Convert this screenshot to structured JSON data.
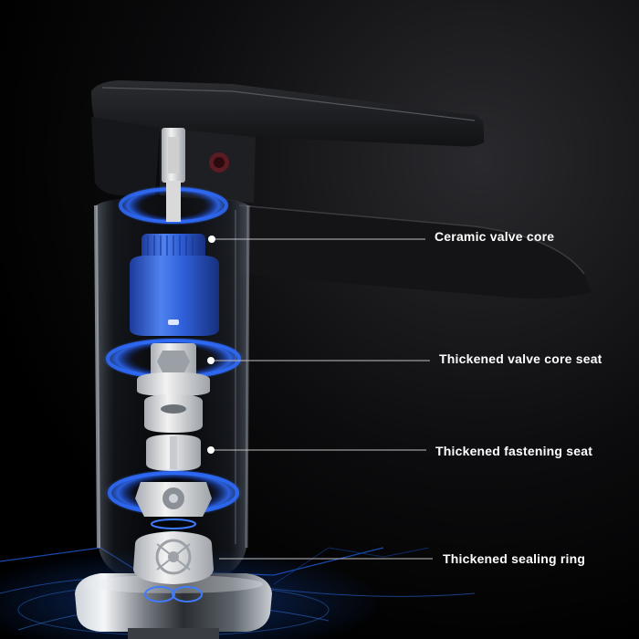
{
  "callouts": {
    "valve_core": "Ceramic valve core",
    "core_seat": "Thickened valve core seat",
    "fastening_seat": "Thickened fastening seat",
    "sealing_ring": "Thickened sealing ring"
  },
  "colors": {
    "background": "#000000",
    "accent_glow": "#2f6dff",
    "cartridge_blue": "#2f5fd8",
    "parts_white": "#e6e6e6",
    "faucet_body": "#1b1b1d"
  }
}
